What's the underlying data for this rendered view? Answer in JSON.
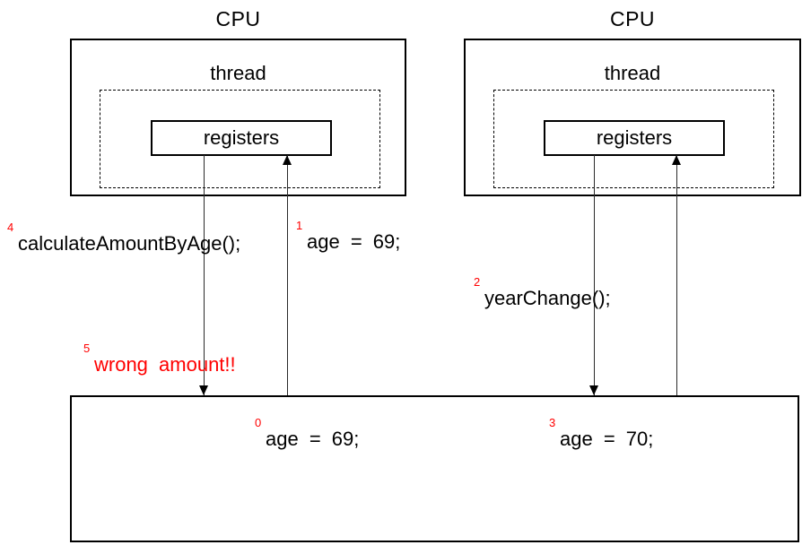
{
  "cpu_left": {
    "title": "CPU",
    "thread_label": "thread",
    "registers_label": "registers"
  },
  "cpu_right": {
    "title": "CPU",
    "thread_label": "thread",
    "registers_label": "registers"
  },
  "annotations": [
    {
      "seq": "0",
      "text": "age = 69;"
    },
    {
      "seq": "1",
      "text": "age = 69;"
    },
    {
      "seq": "2",
      "text": "yearChange();"
    },
    {
      "seq": "3",
      "text": "age = 70;"
    },
    {
      "seq": "4",
      "text": "calculateAmountByAge();"
    },
    {
      "seq": "5",
      "text": "wrong amount!!"
    }
  ],
  "colors": {
    "sequence_red": "#ff0000",
    "error_red": "#ff0000",
    "text_black": "#000000"
  }
}
